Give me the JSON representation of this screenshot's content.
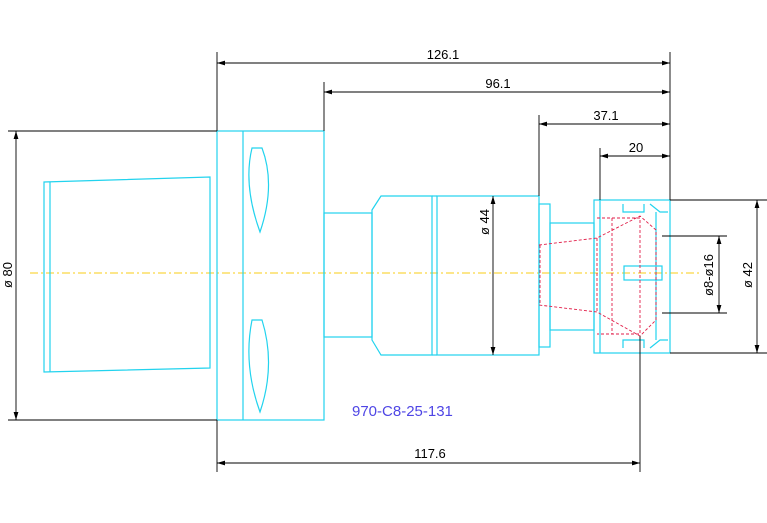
{
  "drawing": {
    "part_number": "970-C8-25-131",
    "colors": {
      "geometry": "#22d3ee",
      "dimension": "#000000",
      "hidden": "#e11d48",
      "centerline": "#facc15",
      "label": "#4f46e5"
    },
    "dimensions": {
      "overall_length": "126.1",
      "body_length": "96.1",
      "nut_length": "37.1",
      "collet_length": "20",
      "taper_length": "117.6",
      "flange_diameter": "ø 80",
      "body_diameter": "ø 44",
      "nut_diameter": "ø 42",
      "clamp_range": "ø8-ø16"
    }
  }
}
